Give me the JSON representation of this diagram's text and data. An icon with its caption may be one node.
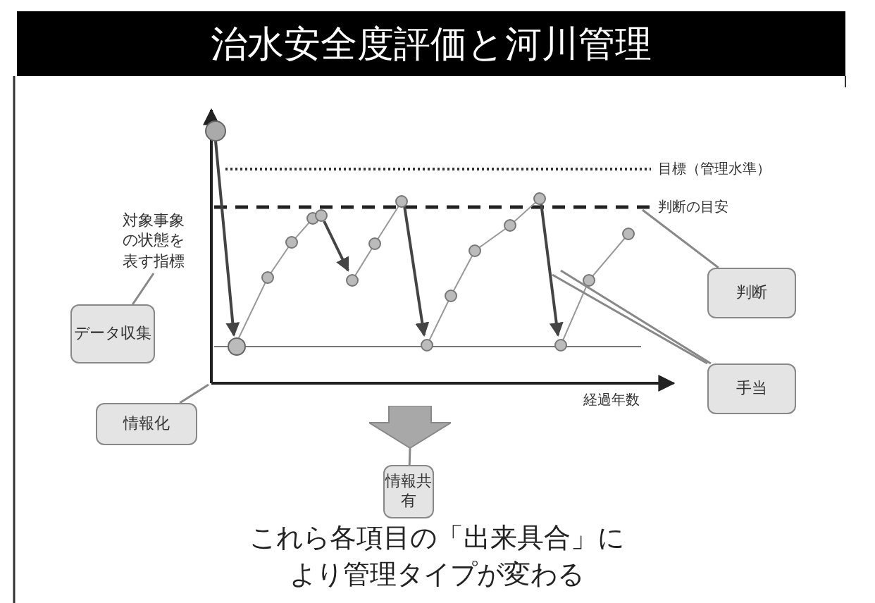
{
  "diagram": {
    "title": "治水安全度評価と河川管理",
    "caption": "これら各項目の「出来具合」により管理タイプが変わる",
    "nodes": [
      {
        "text": [
          "対象事象の状態を表す指標"
        ]
      },
      {
        "text": [
          "データ収集"
        ]
      },
      {
        "text": [
          "情報化"
        ]
      },
      {
        "text": [],
        "shape": "arrow"
      },
      {
        "text": [
          "情報共有"
        ]
      },
      {
        "text": [
          "判断"
        ]
      },
      {
        "text": [
          "手当"
        ]
      }
    ],
    "edges": [
      {
        "from": 1,
        "to": 0,
        "arrow": "none"
      },
      {
        "from": 2,
        "to": null,
        "arrow": "none"
      },
      {
        "from": 4,
        "to": 3,
        "arrow": "none"
      },
      {
        "from": 5,
        "to": null,
        "arrow": "none"
      },
      {
        "from": 6,
        "to": null,
        "arrow": "none"
      },
      {
        "from": 6,
        "to": null,
        "arrow": "none"
      }
    ],
    "labels": [
      "目標（管理水準）",
      "判断の目安",
      "経過年数"
    ]
  }
}
